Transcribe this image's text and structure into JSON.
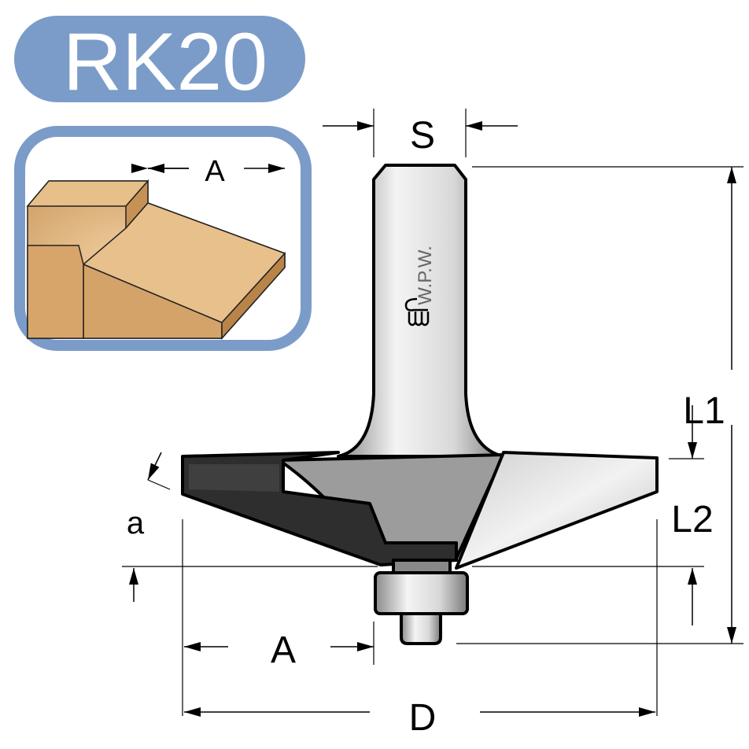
{
  "title": "RK20",
  "brand": {
    "text": "W.P.W.",
    "logo": "wpw-logo"
  },
  "labels": {
    "S": "S",
    "A_inset": "A",
    "A": "A",
    "D": "D",
    "L1": "L1",
    "L2": "L2",
    "a": "a"
  },
  "colors": {
    "title_pill": "#7b9cc9",
    "inset_border": "#7b9cc9",
    "wood": "#d9aa6e",
    "cutter_dark": "#2e2e2e",
    "body_gray": "#9a9a9a"
  }
}
